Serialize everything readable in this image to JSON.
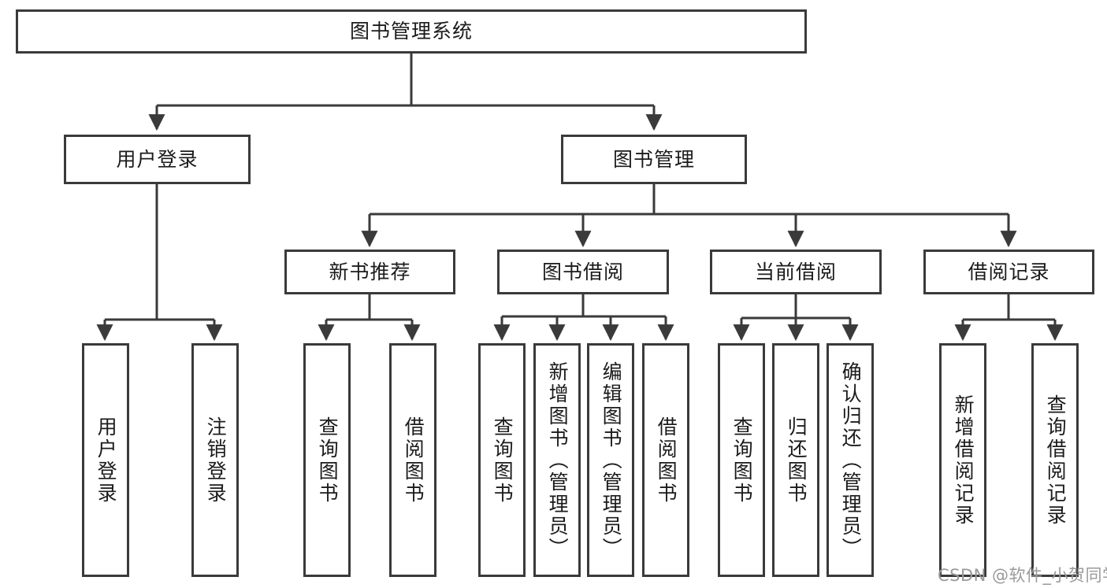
{
  "diagram": {
    "title": "图书管理系统",
    "type": "tree-hierarchy-diagram",
    "root": {
      "label": "图书管理系统"
    },
    "level2": [
      {
        "label": "用户登录"
      },
      {
        "label": "图书管理"
      }
    ],
    "level3": [
      {
        "label": "新书推荐"
      },
      {
        "label": "图书借阅"
      },
      {
        "label": "当前借阅"
      },
      {
        "label": "借阅记录"
      }
    ],
    "leaves": {
      "user_login": [
        {
          "label": "用户登录"
        },
        {
          "label": "注销登录"
        }
      ],
      "new_book_recommend": [
        {
          "label": "查询图书"
        },
        {
          "label": "借阅图书"
        }
      ],
      "book_borrow": [
        {
          "label": "查询图书"
        },
        {
          "label": "新增图书（管理员）"
        },
        {
          "label": "编辑图书（管理员）"
        },
        {
          "label": "借阅图书"
        }
      ],
      "current_borrow": [
        {
          "label": "查询图书"
        },
        {
          "label": "归还图书"
        },
        {
          "label": "确认归还（管理员）"
        }
      ],
      "borrow_record": [
        {
          "label": "新增借阅记录"
        },
        {
          "label": "查询借阅记录"
        }
      ]
    }
  },
  "watermark": {
    "text": "CSDN @软件_小贺同学"
  },
  "colors": {
    "stroke": "#3a3a3a",
    "background": "#ffffff",
    "text": "#1b1b1b",
    "watermark": "#9a9a9a"
  }
}
